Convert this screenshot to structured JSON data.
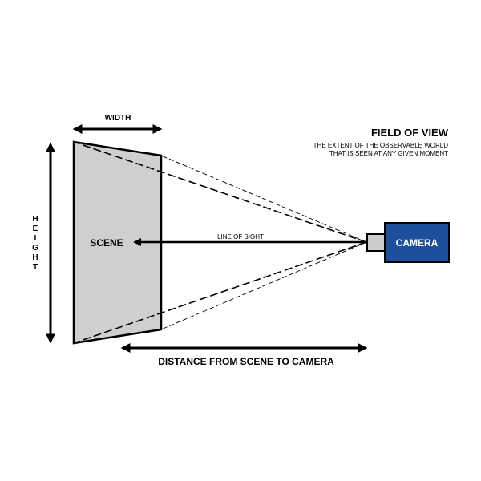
{
  "title": "FIELD OF VIEW",
  "subtitle_line1": "THE EXTENT OF THE OBSERVABLE WORLD",
  "subtitle_line2": "THAT IS SEEN AT ANY GIVEN MOMENT",
  "width_label": "WIDTH",
  "height_label": "HEIGHT",
  "scene_label": "SCENE",
  "line_of_sight_label": "LINE OF SIGHT",
  "camera_label": "CAMERA",
  "distance_label": "DISTANCE FROM SCENE TO CAMERA",
  "colors": {
    "camera": "#1d4f9c",
    "scene": "#cfcfcf",
    "lens": "#cccccc"
  }
}
